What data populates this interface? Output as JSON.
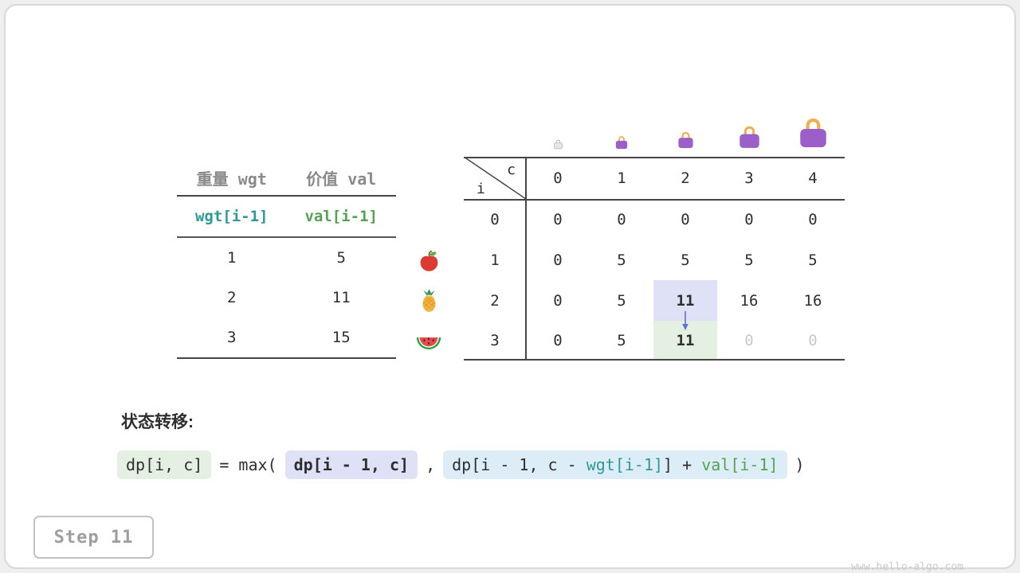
{
  "page": {
    "step_label": "Step 11",
    "watermark": "www.hello-algo.com"
  },
  "weights_table": {
    "col1_header": "重量 wgt",
    "col2_header": "价值 val",
    "formula_wgt": "wgt[i-1]",
    "formula_val": "val[i-1]",
    "rows": [
      {
        "wgt": "1",
        "val": "5",
        "fruit": "apple"
      },
      {
        "wgt": "2",
        "val": "11",
        "fruit": "pineapple"
      },
      {
        "wgt": "3",
        "val": "15",
        "fruit": "watermelon"
      }
    ]
  },
  "dp_table": {
    "corner_col": "c",
    "corner_row": "i",
    "col_headers": [
      "0",
      "1",
      "2",
      "3",
      "4"
    ],
    "row_headers": [
      "0",
      "1",
      "2",
      "3"
    ],
    "values": [
      [
        "0",
        "0",
        "0",
        "0",
        "0"
      ],
      [
        "0",
        "5",
        "5",
        "5",
        "5"
      ],
      [
        "0",
        "5",
        "11",
        "16",
        "16"
      ],
      [
        "0",
        "5",
        "11",
        "0",
        "0"
      ]
    ],
    "highlight_source": {
      "row": 2,
      "col": 2,
      "value": "11",
      "color": "lavender"
    },
    "highlight_target": {
      "row": 3,
      "col": 2,
      "value": "11",
      "color": "green"
    }
  },
  "transition": {
    "heading": "状态转移:",
    "lhs": "dp[i, c]",
    "equals_max": "= max(",
    "arg1": "dp[i - 1, c]",
    "comma": ",",
    "arg2_part1": "dp[i - 1, c - ",
    "arg2_wgt": "wgt[i-1]",
    "arg2_part2": "] + ",
    "arg2_val": "val[i-1]",
    "closing_paren": ")"
  },
  "colors": {
    "accent_teal": "#2E9A97",
    "accent_green": "#55A255",
    "hl_lavender": "#DFE2F7",
    "hl_green": "#E4F0E2",
    "hl_blue": "#DCEDF8",
    "arrow_blue": "#5B74D8",
    "bag_purple": "#9C5FC9",
    "bag_handle": "#F2AE4E",
    "dim_text": "#C8C8C8",
    "line_dark": "#454545",
    "text_main": "#2F2F2F",
    "text_gray": "#8A8A8A"
  }
}
